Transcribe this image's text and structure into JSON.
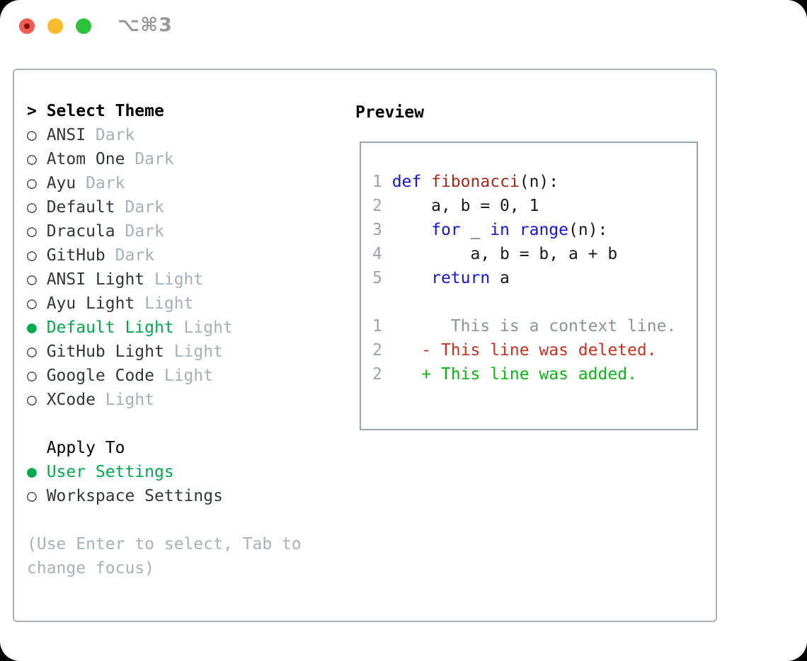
{
  "window": {
    "title": "⌥⌘3"
  },
  "colors": {
    "selection_green": "#00a94e",
    "keyword_blue": "#1414e0",
    "function_red": "#a8291c",
    "deleted_red": "#cf2f1f",
    "added_green": "#0bb514",
    "muted_gray": "#a6afba",
    "lineno_gray": "#9aa3b0",
    "traffic_red": "#f25c52",
    "traffic_yellow": "#fcbb2d",
    "traffic_green": "#2dc23d"
  },
  "theme_list": {
    "cursor": ">",
    "header_label": "Select Theme",
    "marker_unselected": "○",
    "marker_selected": "●",
    "items": [
      {
        "name": "ANSI",
        "variant": "Dark",
        "selected": false
      },
      {
        "name": "Atom One",
        "variant": "Dark",
        "selected": false
      },
      {
        "name": "Ayu",
        "variant": "Dark",
        "selected": false
      },
      {
        "name": "Default",
        "variant": "Dark",
        "selected": false
      },
      {
        "name": "Dracula",
        "variant": "Dark",
        "selected": false
      },
      {
        "name": "GitHub",
        "variant": "Dark",
        "selected": false
      },
      {
        "name": "ANSI Light",
        "variant": "Light",
        "selected": false
      },
      {
        "name": "Ayu Light",
        "variant": "Light",
        "selected": false
      },
      {
        "name": "Default Light",
        "variant": "Light",
        "selected": true
      },
      {
        "name": "GitHub Light",
        "variant": "Light",
        "selected": false
      },
      {
        "name": "Google Code",
        "variant": "Light",
        "selected": false
      },
      {
        "name": "XCode",
        "variant": "Light",
        "selected": false
      }
    ]
  },
  "apply_to": {
    "header_label": "Apply To",
    "items": [
      {
        "name": "User Settings",
        "selected": true
      },
      {
        "name": "Workspace Settings",
        "selected": false
      }
    ]
  },
  "help_lines": [
    "(Use Enter to select, Tab to",
    "change focus)"
  ],
  "preview": {
    "label": "Preview",
    "code_lines": [
      [
        {
          "c": "ln",
          "t": "1 "
        },
        {
          "c": "kw",
          "t": "def"
        },
        {
          "c": "pl",
          "t": " "
        },
        {
          "c": "fn",
          "t": "fibonacci"
        },
        {
          "c": "pl",
          "t": "(n):"
        }
      ],
      [
        {
          "c": "ln",
          "t": "2 "
        },
        {
          "c": "pl",
          "t": "    a, b = 0, 1"
        }
      ],
      [
        {
          "c": "ln",
          "t": "3 "
        },
        {
          "c": "pl",
          "t": "    "
        },
        {
          "c": "kw",
          "t": "for"
        },
        {
          "c": "pl",
          "t": " _ "
        },
        {
          "c": "kw",
          "t": "in"
        },
        {
          "c": "pl",
          "t": " "
        },
        {
          "c": "kw",
          "t": "range"
        },
        {
          "c": "pl",
          "t": "(n):"
        }
      ],
      [
        {
          "c": "ln",
          "t": "4 "
        },
        {
          "c": "pl",
          "t": "        a, b = b, a + b"
        }
      ],
      [
        {
          "c": "ln",
          "t": "5 "
        },
        {
          "c": "pl",
          "t": "    "
        },
        {
          "c": "kw",
          "t": "return"
        },
        {
          "c": "pl",
          "t": " a"
        }
      ],
      [],
      [
        {
          "c": "ln",
          "t": "1 "
        },
        {
          "c": "ctx",
          "t": "      This is a context line."
        }
      ],
      [
        {
          "c": "ln",
          "t": "2 "
        },
        {
          "c": "del",
          "t": "   - This line was deleted."
        }
      ],
      [
        {
          "c": "ln",
          "t": "2 "
        },
        {
          "c": "add",
          "t": "   + This line was added."
        }
      ]
    ]
  }
}
